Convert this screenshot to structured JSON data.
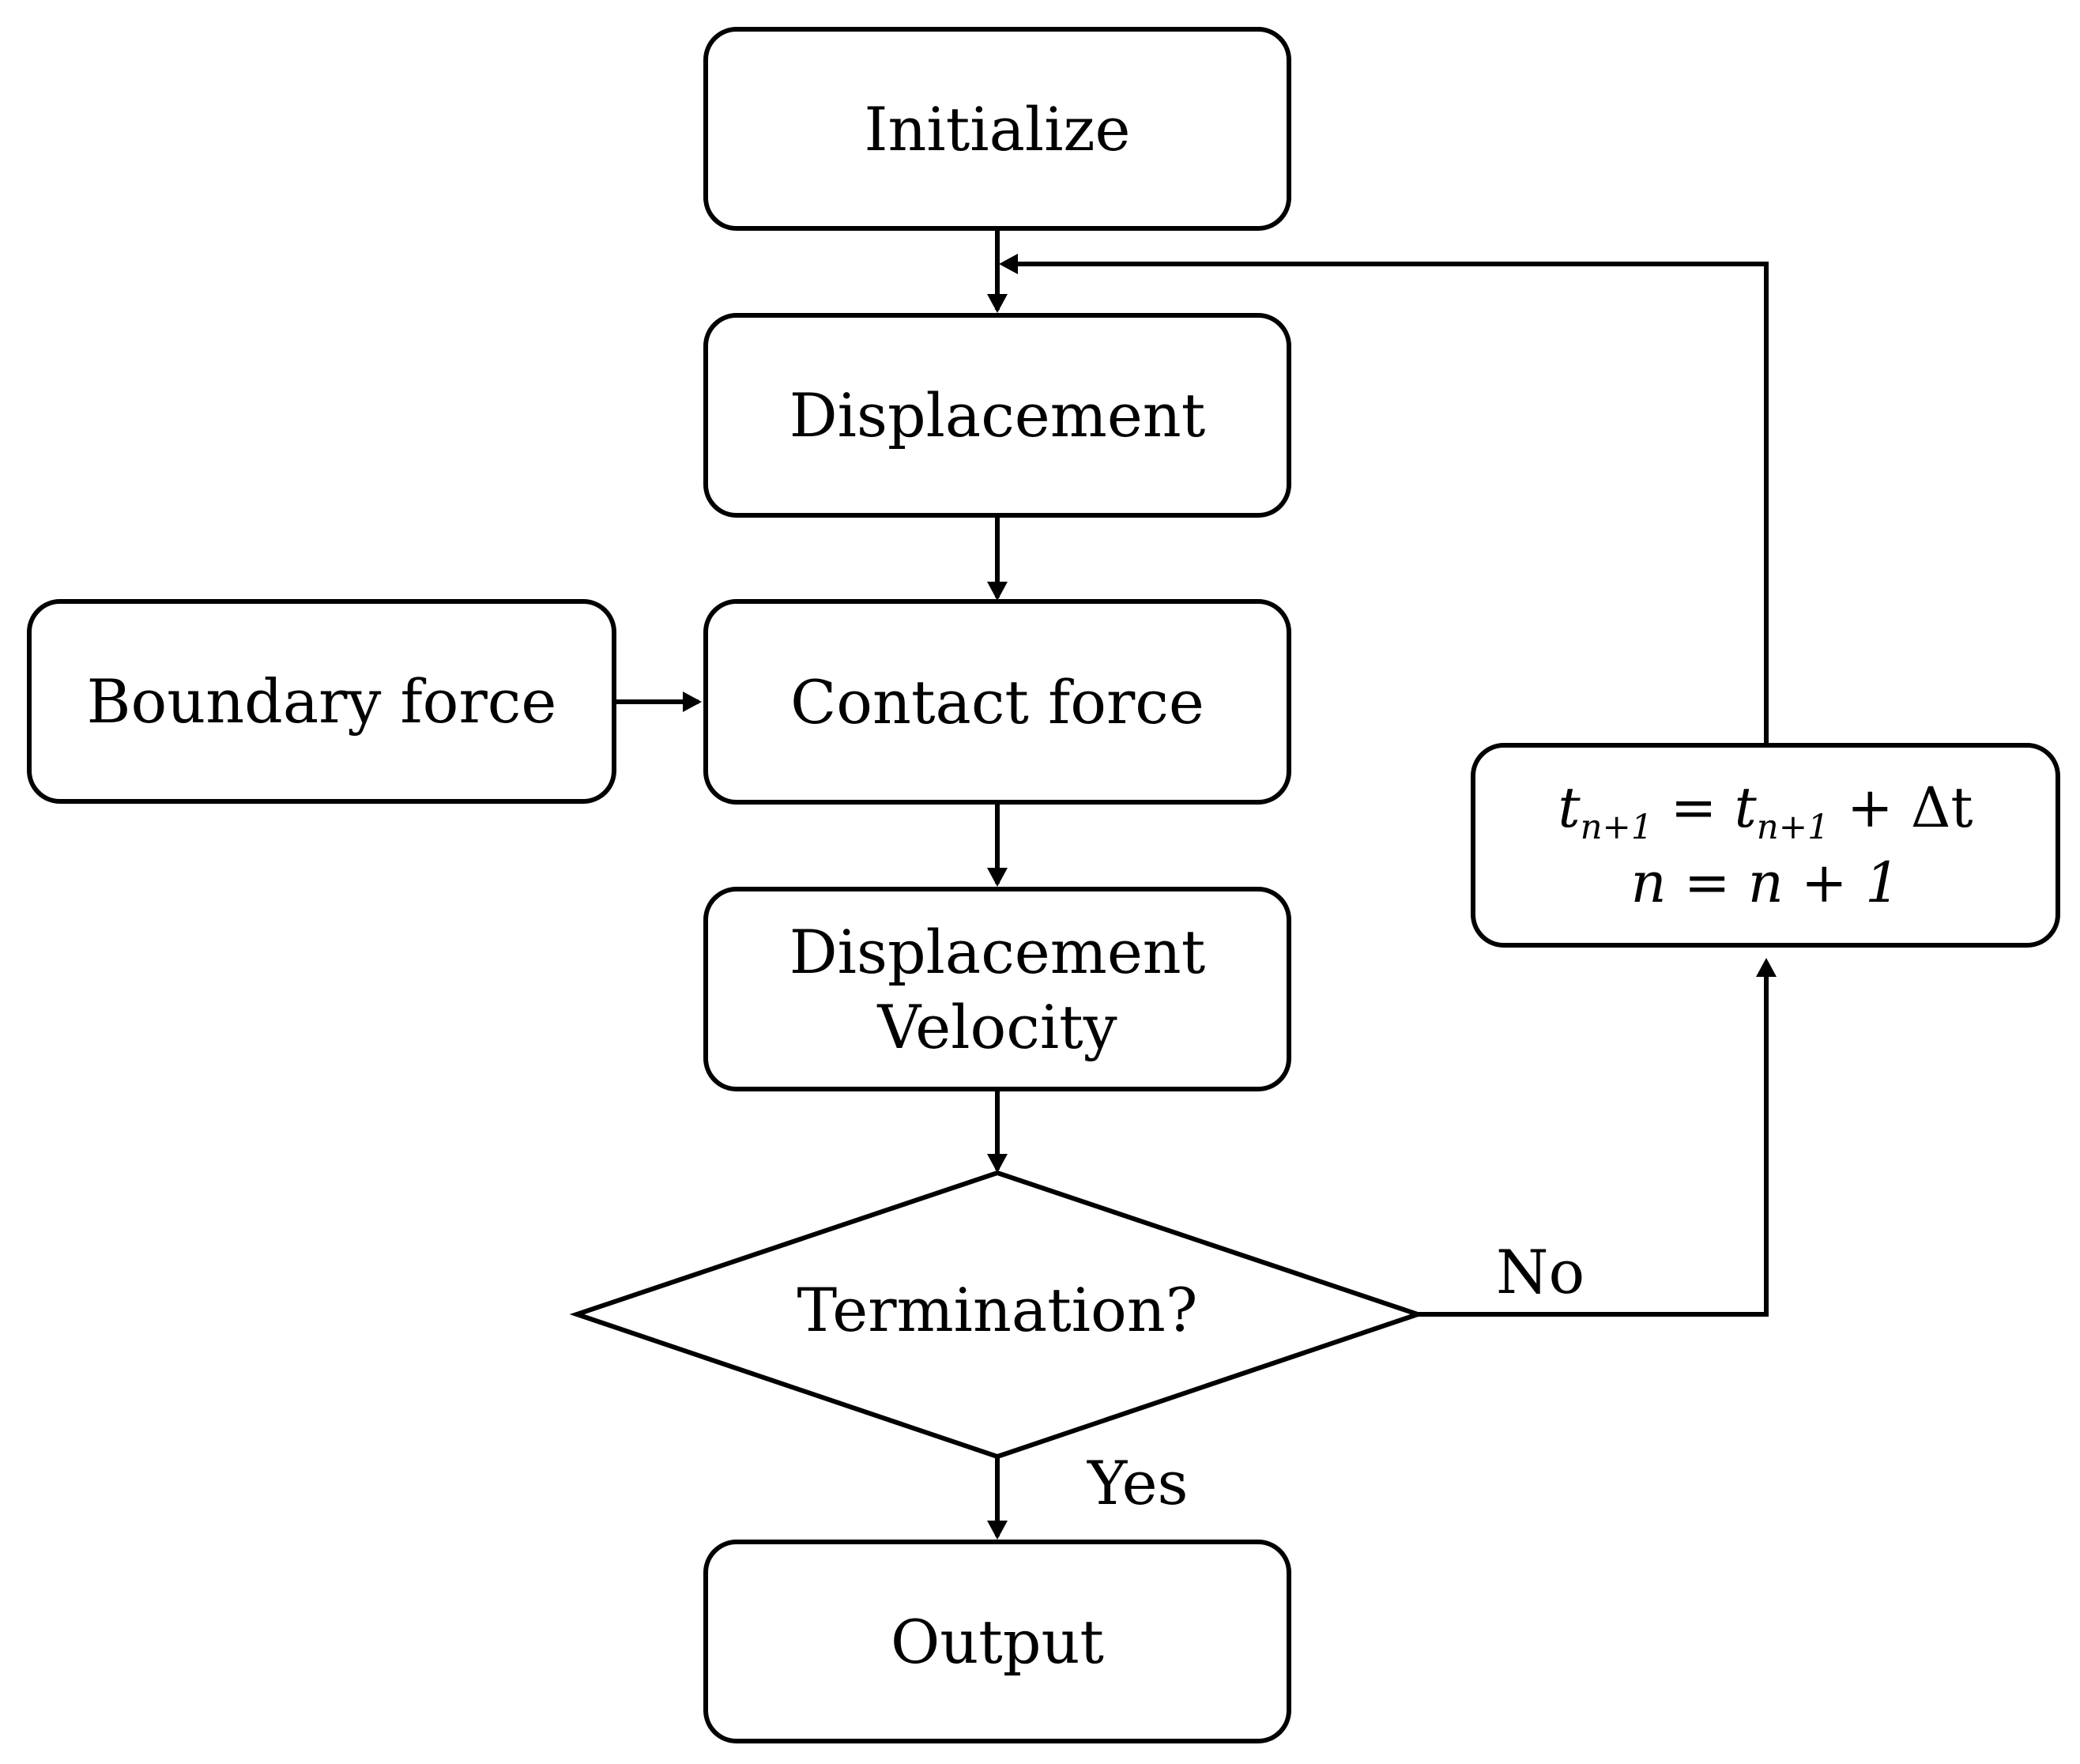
{
  "nodes": {
    "initialize": "Initialize",
    "displacement": "Displacement",
    "boundary_force": "Boundary force",
    "contact_force": "Contact force",
    "update_line1": "Displacement",
    "update_line2": "Velocity",
    "termination": "Termination?",
    "output": "Output"
  },
  "time_step": {
    "line1": {
      "t_left": "t",
      "sub_left": "n+1",
      "eq": " = ",
      "t_right": "t",
      "sub_right": "n+1",
      "plus": " + Δt"
    },
    "line2": "n = n + 1"
  },
  "branches": {
    "no": "No",
    "yes": "Yes"
  }
}
